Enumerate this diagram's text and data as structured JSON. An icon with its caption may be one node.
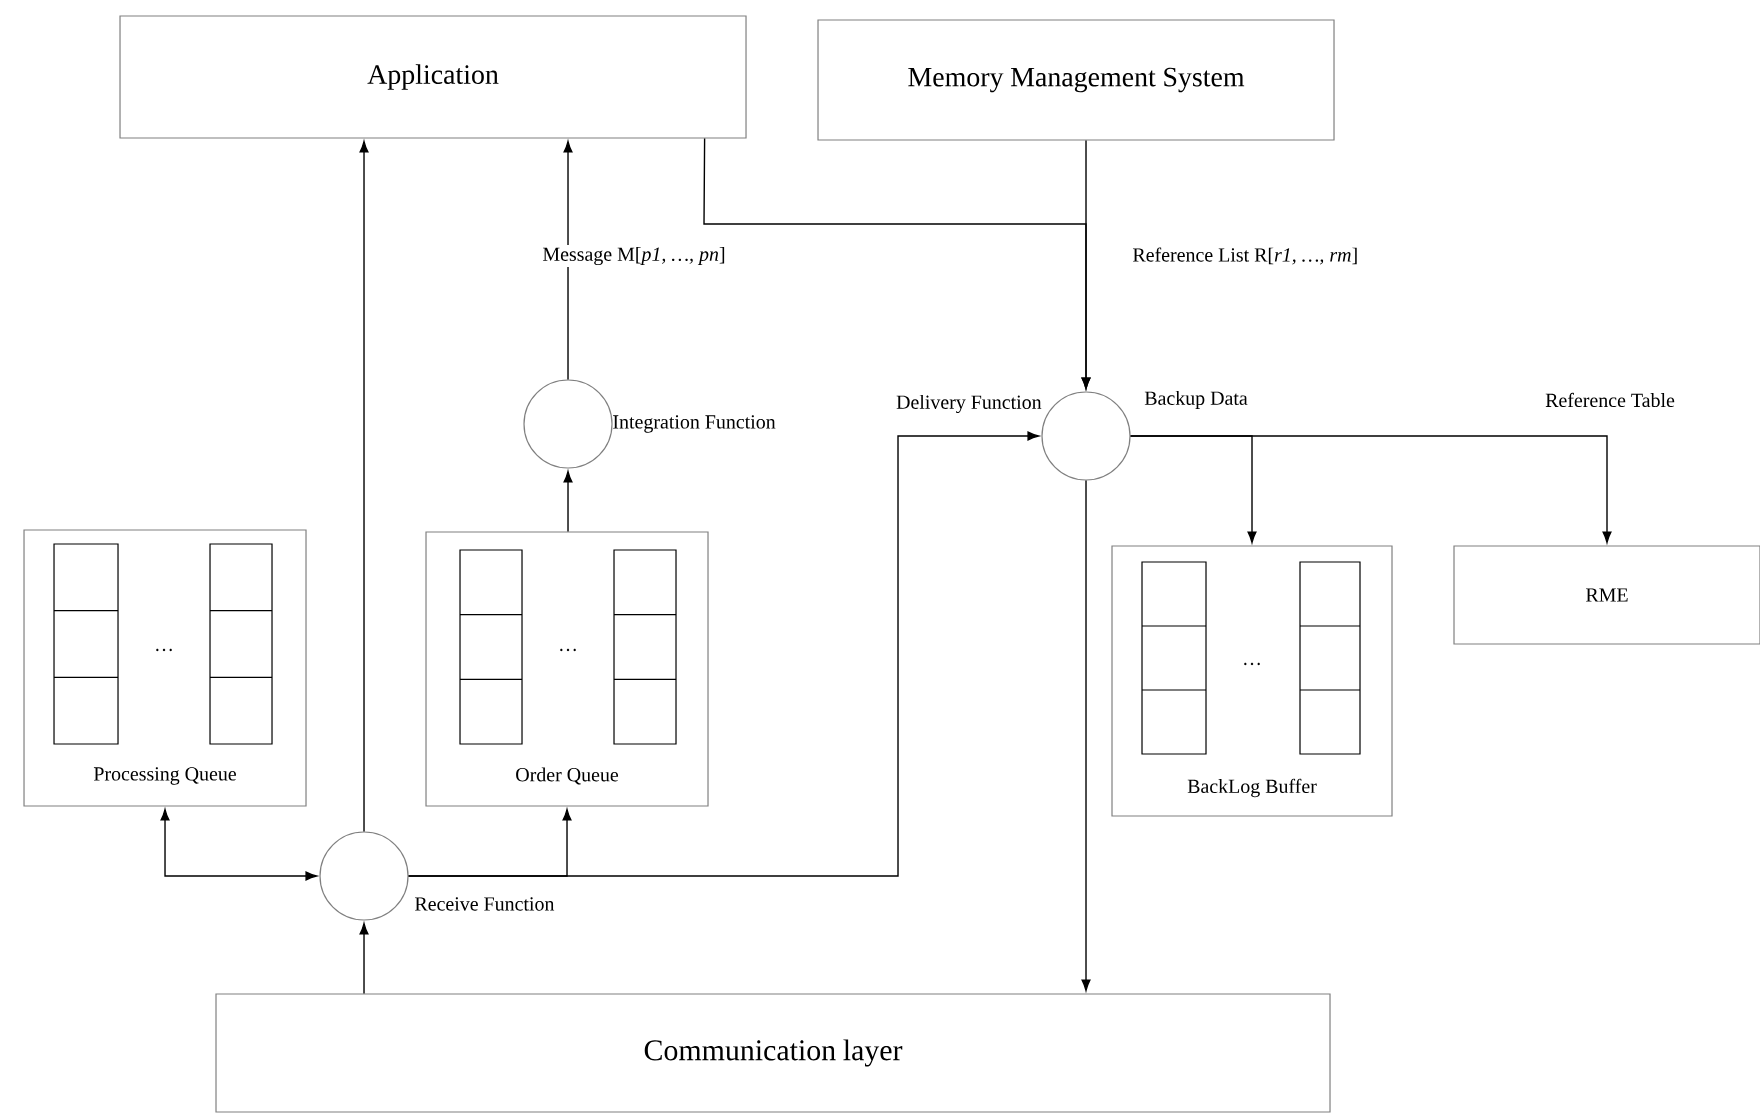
{
  "diagram": {
    "nodes": [
      {
        "text": [
          "Application"
        ]
      },
      {
        "text": [
          "Memory Management System"
        ]
      },
      {
        "text": [],
        "shape": "circle",
        "beside": [
          "Integration Function"
        ]
      },
      {
        "text": [],
        "shape": "circle",
        "beside": [
          "Delivery Function"
        ]
      },
      {
        "text": [
          "Processing Queue"
        ]
      },
      {
        "text": [
          "Order Queue"
        ]
      },
      {
        "text": [
          "BackLog Buffer"
        ]
      },
      {
        "text": [
          "RME"
        ]
      },
      {
        "text": [],
        "shape": "circle",
        "beside": [
          "Receive Function"
        ]
      },
      {
        "text": [
          "Communication layer"
        ]
      }
    ],
    "edges": [
      {
        "from": 8,
        "to": 0,
        "arrow": "to"
      },
      {
        "from": 2,
        "to": 0,
        "arrow": "to"
      },
      {
        "from": 5,
        "to": 2,
        "arrow": "to"
      },
      {
        "from": 8,
        "to": 4,
        "arrow": "both"
      },
      {
        "from": 8,
        "to": 5,
        "arrow": "to"
      },
      {
        "from": 8,
        "to": 3,
        "arrow": "to"
      },
      {
        "from": 9,
        "to": 8,
        "arrow": "to"
      },
      {
        "from": 1,
        "to": 3,
        "arrow": "to",
        "label": "Reference List R[*r1, …, rm*]"
      },
      {
        "from": 0,
        "to": 3,
        "arrow": "to",
        "label": "Message M[*p1, …, pn*]"
      },
      {
        "from": 3,
        "to": 6,
        "arrow": "to",
        "label": "Backup Data"
      },
      {
        "from": 3,
        "to": 7,
        "arrow": "to",
        "label": "Reference Table"
      },
      {
        "from": 3,
        "to": 9,
        "arrow": "to"
      }
    ],
    "labels": [
      "…",
      "…",
      "…"
    ]
  }
}
